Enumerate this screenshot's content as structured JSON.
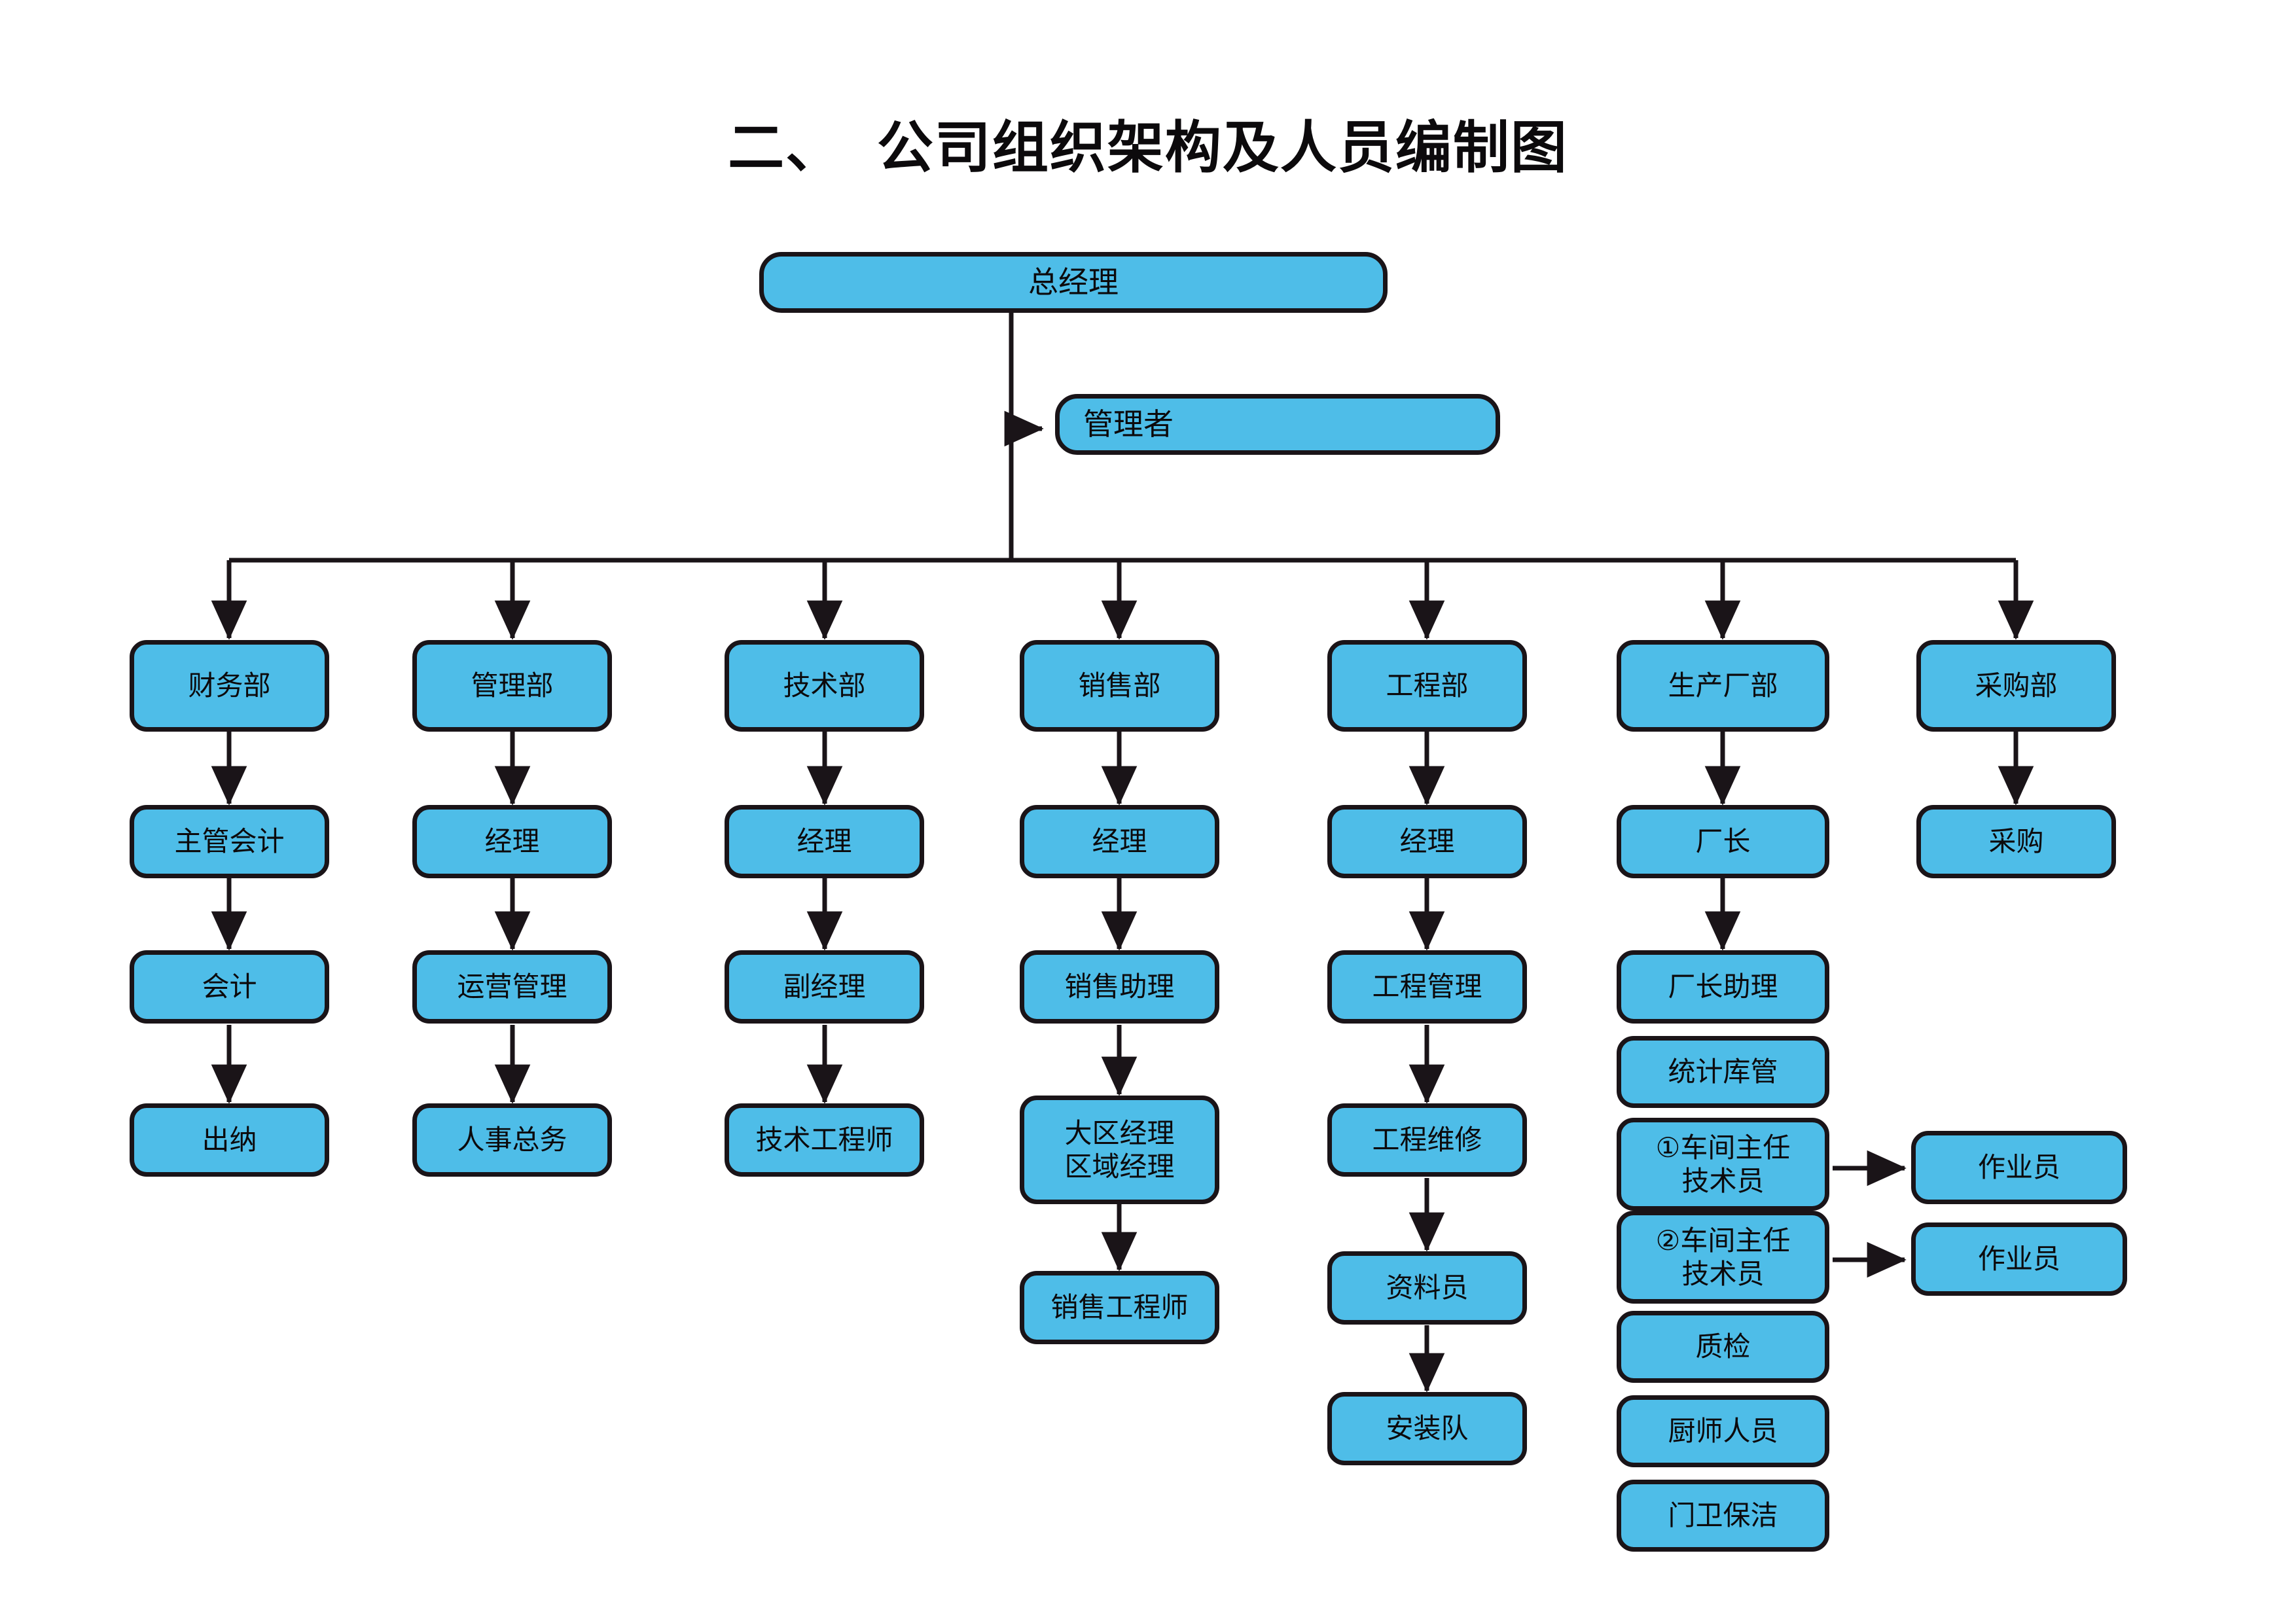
{
  "page": {
    "title": "二、  公司组织架构及人员编制图",
    "box_fill_color": "#4ebde8",
    "box_border_color": "#1a1418",
    "background_color": "#ffffff",
    "connector_color": "#1a1418"
  },
  "nodes": {
    "general_manager": "总经理",
    "manager": "管理者",
    "departments": [
      "财务部",
      "管理部",
      "技术部",
      "销售部",
      "工程部",
      "生产厂部",
      "采购部"
    ],
    "finance": [
      "主管会计",
      "会计",
      "出纳"
    ],
    "administration": [
      "经理",
      "运营管理",
      "人事总务"
    ],
    "technology": [
      "经理",
      "副经理",
      "技术工程师"
    ],
    "sales": [
      "经理",
      "销售助理",
      "大区经理\n区域经理",
      "销售工程师"
    ],
    "engineering": [
      "经理",
      "工程管理",
      "工程维修",
      "资料员",
      "安装队"
    ],
    "production": [
      "厂长",
      "厂长助理",
      "统计库管",
      "①车间主任\n技术员",
      "②车间主任\n技术员",
      "质检",
      "厨师人员",
      "门卫保洁"
    ],
    "operators": [
      "作业员",
      "作业员"
    ],
    "purchasing": [
      "采购"
    ]
  }
}
